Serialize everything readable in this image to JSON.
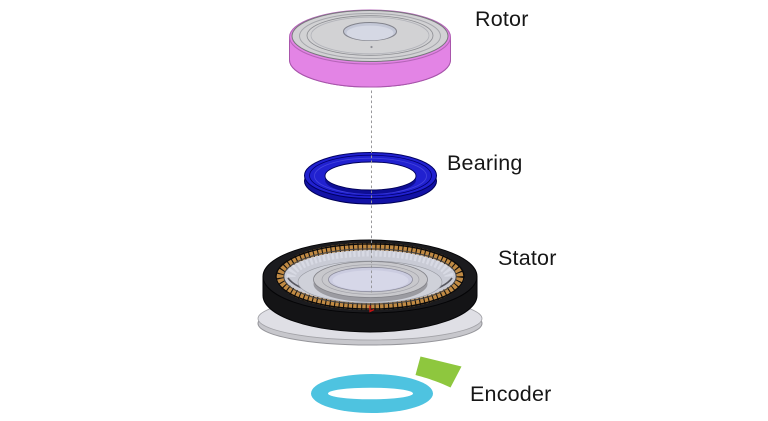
{
  "scene": {
    "background": "#ffffff",
    "label_text_color": "#161616",
    "axis_line_color": "#97979b",
    "origin_marker_color": "#cc1111"
  },
  "components": [
    {
      "id": "rotor",
      "label": "Rotor",
      "body_color": "#e384e5",
      "cap_color": "#d2d2d4",
      "bore_color": "#c3c7d6"
    },
    {
      "id": "bearing",
      "label": "Bearing",
      "body_color": "#2121d0",
      "shadow_color": "#1212a6",
      "bore_color": "#ffffff"
    },
    {
      "id": "stator",
      "label": "Stator",
      "body_color": "#1b1b1e",
      "winding_color": "#c08a44",
      "lamination_color": "#c9cbd5",
      "hub_color": "#c8c8cc",
      "bore_color": "#cbcce0",
      "base_color": "#dfdfe5"
    },
    {
      "id": "encoder",
      "label": "Encoder",
      "disc_color": "#4ec3e0",
      "marker_color": "#8ec73e"
    }
  ]
}
